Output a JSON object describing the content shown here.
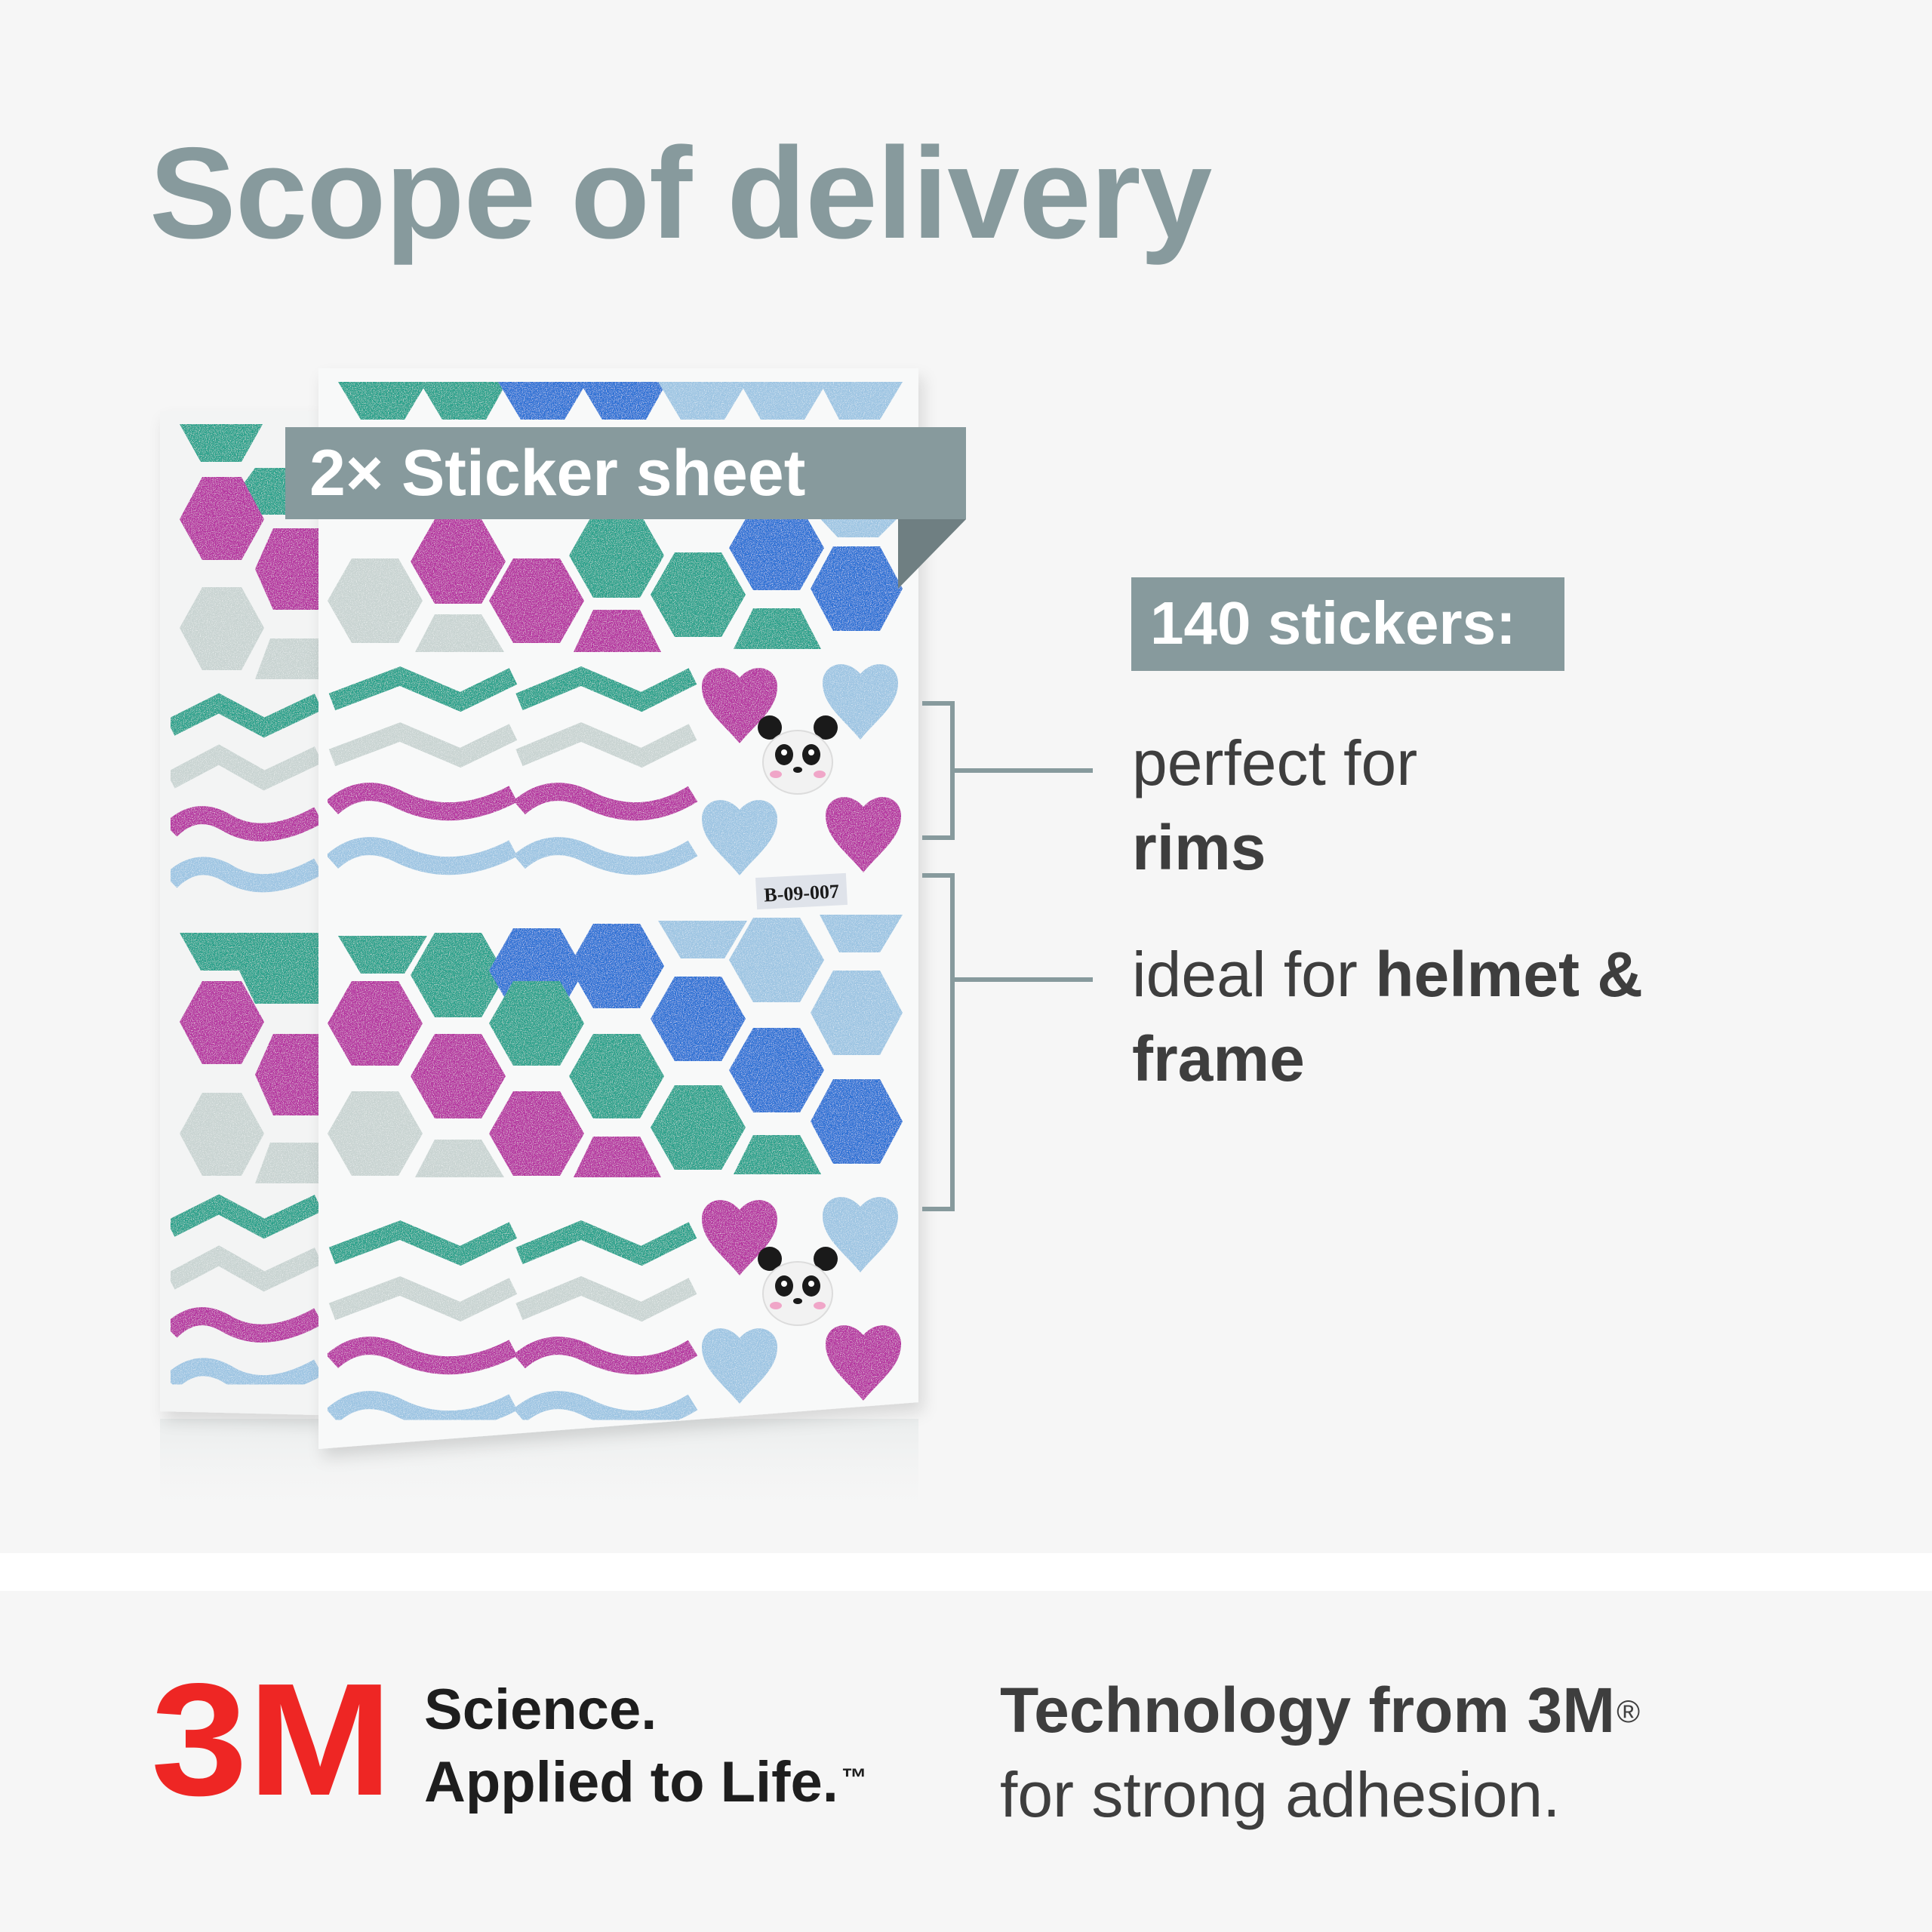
{
  "title": "Scope of delivery",
  "ribbon": {
    "label": "2× Sticker sheet"
  },
  "count": {
    "label": "140 stickers:"
  },
  "features": [
    {
      "text": "perfect for",
      "highlight": "rims"
    },
    {
      "text": "ideal for",
      "highlight_a": "helmet &",
      "highlight_b": "frame"
    }
  ],
  "sheet": {
    "code": "B-09-007"
  },
  "brand": {
    "logo_text": "3M",
    "slogan_line1": "Science.",
    "slogan_line2": "Applied to Life.",
    "slogan_mark": "™",
    "tech_bold": "Technology from 3M",
    "tech_mark": "®",
    "tech_rest": "for strong adhesion."
  },
  "colors": {
    "accent_gray": "#879a9d",
    "teal": "#28a08a",
    "magenta": "#b4309f",
    "blue": "#2c6fd4",
    "light_blue": "#9cc4e2",
    "silver": "#c8d3d1",
    "brand_red": "#ee2624"
  }
}
